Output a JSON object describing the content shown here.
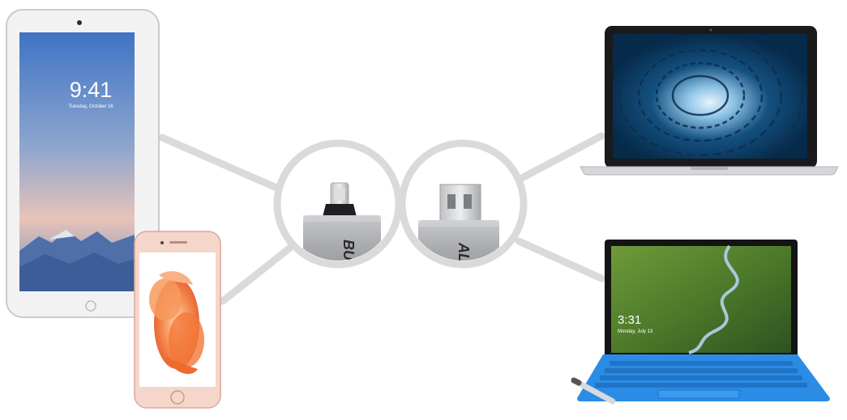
{
  "ipad": {
    "time": "9:41",
    "date": "Tuesday, October 16"
  },
  "surface": {
    "time": "3:31",
    "date": "Monday, July 13"
  },
  "adapter_left": {
    "brand_text": "BUFF"
  },
  "adapter_right": {
    "brand_text": "ALO"
  },
  "colors": {
    "connector_line": "#dadada",
    "adapter_body": "#a9abae",
    "keyboard_blue": "#2b8ce6",
    "iphone_gold": "#f1c9bd"
  }
}
